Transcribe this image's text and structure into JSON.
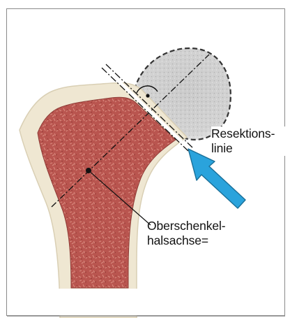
{
  "labels": {
    "resection_line": {
      "line1": "Resektions-",
      "line2": "linie"
    },
    "neck_axis": {
      "line1": "Oberschenkel-",
      "line2": "halsachse="
    }
  },
  "colors": {
    "bone_marrow": "#b9554f",
    "cortical_bone": "#efe7d2",
    "resected_head": "#c9c9c9",
    "arrow": "#2aa3dc",
    "frame": "#8a8a8a"
  },
  "icons": {
    "resection_arrow": "arrow-icon",
    "right_angle_marker": "right-angle-icon"
  }
}
